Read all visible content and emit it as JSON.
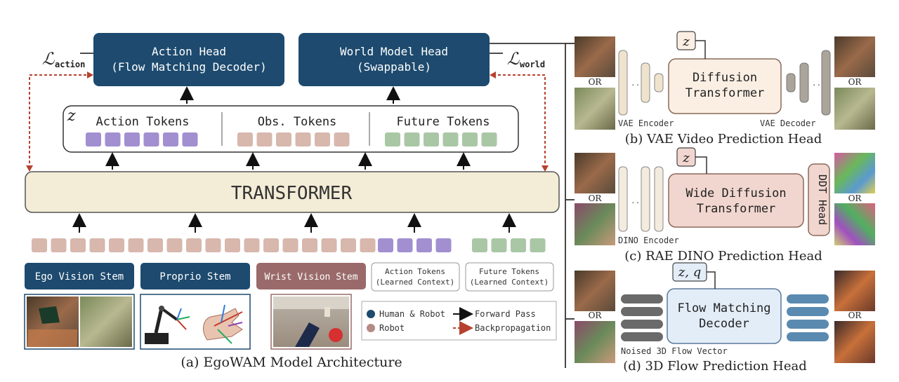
{
  "loss_action": {
    "symbol": "ℒ",
    "sub": "action"
  },
  "loss_world": {
    "symbol": "ℒ",
    "sub": "world"
  },
  "action_head": {
    "line1": "Action Head",
    "line2": "(Flow Matching Decoder)"
  },
  "world_head": {
    "line1": "World Model Head",
    "line2": "(Swappable)"
  },
  "z_symbol": "z",
  "token_groups": {
    "action": "Action Tokens",
    "obs": "Obs. Tokens",
    "future": "Future Tokens"
  },
  "transformer_label": "TRANSFORMER",
  "stems": {
    "ego": "Ego Vision Stem",
    "proprio": "Proprio Stem",
    "wrist": "Wrist Vision Stem",
    "action_ctx": {
      "line1": "Action Tokens",
      "line2": "(Learned Context)"
    },
    "future_ctx": {
      "line1": "Future Tokens",
      "line2": "(Learned Context)"
    }
  },
  "legend": {
    "human_robot": "Human & Robot",
    "robot": "Robot",
    "forward": "Forward Pass",
    "backprop": "Backpropagation"
  },
  "caption_a": "(a) EgoWAM Model Architecture",
  "panel_b": {
    "z": "z",
    "box": {
      "line1": "Diffusion",
      "line2": "Transformer"
    },
    "encoder": "VAE Encoder",
    "decoder": "VAE Decoder",
    "or_left": "OR",
    "or_right": "OR",
    "caption": "(b) VAE Video Prediction Head"
  },
  "panel_c": {
    "z": "z",
    "box": {
      "line1": "Wide Diffusion",
      "line2": "Transformer"
    },
    "ddt": "DDT Head",
    "encoder": "DINO Encoder",
    "or_left": "OR",
    "or_right": "OR",
    "caption": "(c) RAE DINO Prediction Head"
  },
  "panel_d": {
    "zq": "z, q",
    "box": {
      "line1": "Flow Matching",
      "line2": "Decoder"
    },
    "noised": "Noised 3D Flow Vector",
    "or_left": "OR",
    "or_right": "OR",
    "caption": "(d) 3D Flow Prediction Head"
  },
  "colors": {
    "navy": "#1d4a6e",
    "maroon": "#9a6a6a",
    "purple": "#a18fd0",
    "pink": "#d8b7ad",
    "green": "#a9c7a5",
    "transformer": "#f3ecd6",
    "human_robot_dot": "#1d4a6e",
    "robot_dot": "#b58a85",
    "backprop": "#b6412f"
  },
  "icons": [
    "robot-arm-icon",
    "hand-pose-icon"
  ]
}
